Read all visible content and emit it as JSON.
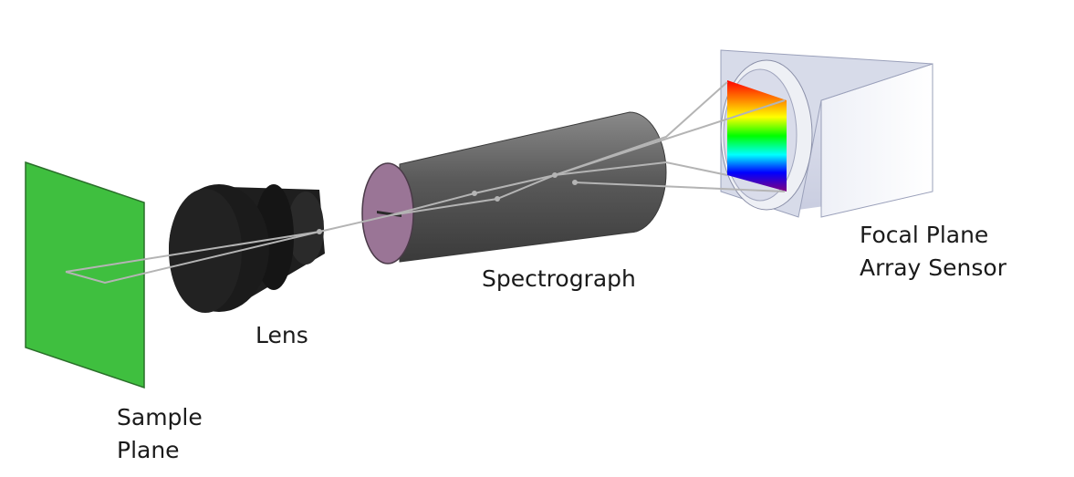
{
  "labels": {
    "sample_plane": [
      "Sample",
      "Plane"
    ],
    "lens": "Lens",
    "spectrograph": "Spectrograph",
    "focal_plane_array_sensor": [
      "Focal Plane",
      "Array Sensor"
    ]
  },
  "colors": {
    "sample_plane": "#3fbf3f",
    "lens_body": "#1e1e1e",
    "spectrograph_body": "#5c5c5c",
    "spectrograph_end_face": "#9a7596",
    "sensor_housing": "#d7dbe9",
    "light_ray": "#b4b4b4"
  },
  "spectrum_colors": [
    "#ff0000",
    "#ff8000",
    "#ffff00",
    "#00ff00",
    "#00ffff",
    "#0000ff",
    "#800080"
  ]
}
